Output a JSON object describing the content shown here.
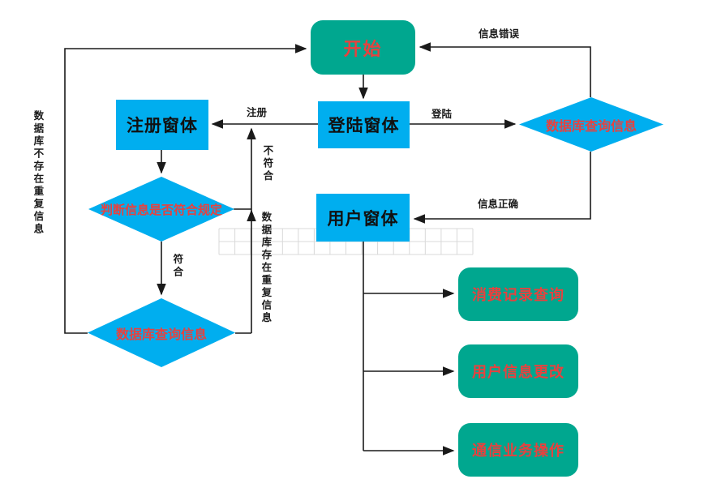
{
  "diagram": {
    "title": "login-register-flowchart",
    "nodes": {
      "start": {
        "label": "开始",
        "shape": "rounded-rect",
        "fill": "teal",
        "text_color": "red"
      },
      "login": {
        "label": "登陆窗体",
        "shape": "rect",
        "fill": "blue",
        "text_color": "black"
      },
      "register": {
        "label": "注册窗体",
        "shape": "rect",
        "fill": "blue",
        "text_color": "black"
      },
      "user": {
        "label": "用户窗体",
        "shape": "rect",
        "fill": "blue",
        "text_color": "black"
      },
      "check": {
        "label": "判断信息是否符合规定",
        "shape": "diamond",
        "fill": "blue",
        "text_color": "red"
      },
      "db_query_left": {
        "label": "数据库查询信息",
        "shape": "diamond",
        "fill": "blue",
        "text_color": "red"
      },
      "db_query_right": {
        "label": "数据库查询信息",
        "shape": "diamond",
        "fill": "blue",
        "text_color": "red"
      },
      "action_consume": {
        "label": "消费记录查询",
        "shape": "rounded-rect",
        "fill": "teal",
        "text_color": "red"
      },
      "action_userinfo": {
        "label": "用户信息更改",
        "shape": "rounded-rect",
        "fill": "teal",
        "text_color": "red"
      },
      "action_telecom": {
        "label": "通信业务操作",
        "shape": "rounded-rect",
        "fill": "teal",
        "text_color": "red"
      }
    },
    "edge_labels": {
      "info_error": "信息错误",
      "login": "登陆",
      "register": "注册",
      "info_correct": "信息正确",
      "conform": "符合",
      "not_conform": "不符合",
      "db_duplicate": "数据库存在重复信息",
      "db_no_duplicate": "数据库不存在重复信息"
    },
    "colors": {
      "teal": "#00a78f",
      "blue": "#00aeef",
      "red_text": "#e8413e",
      "line": "#1a1a1a",
      "grid": "#d9d9d9"
    }
  }
}
